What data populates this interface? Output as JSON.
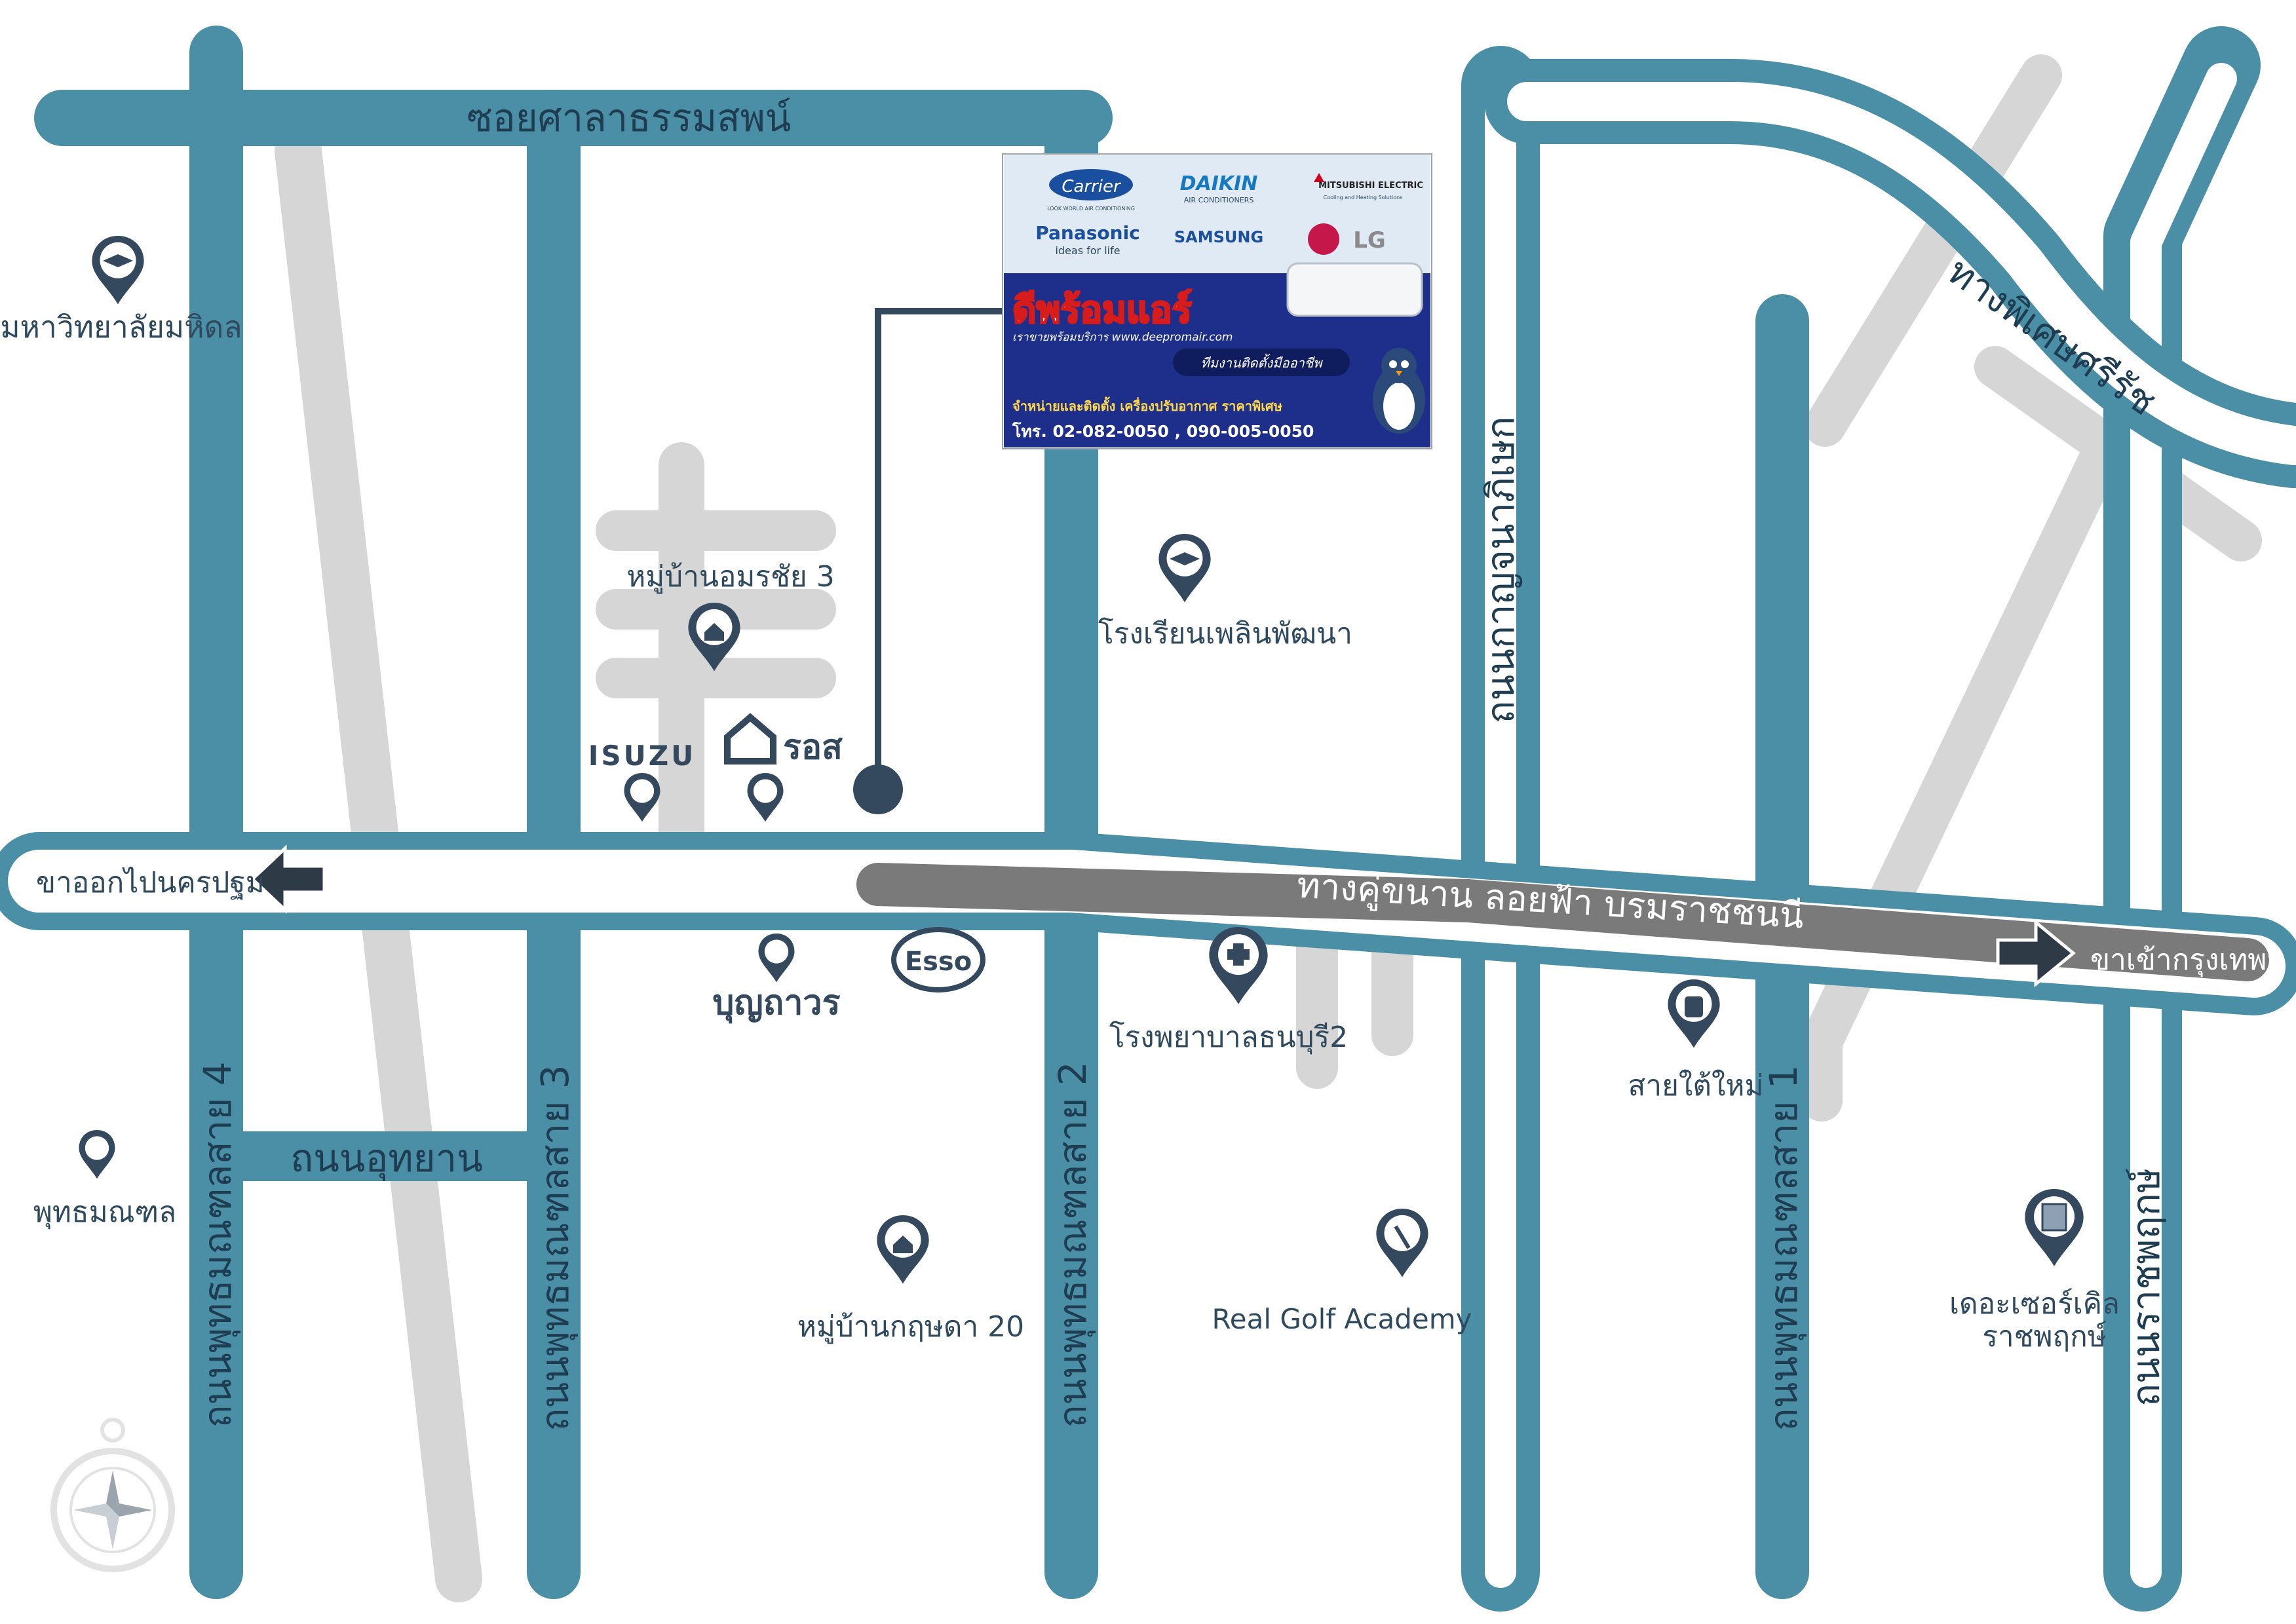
{
  "colors": {
    "road": "#4a8fa6",
    "road_inner": "#ffffff",
    "minor_road": "#d6d6d6",
    "pin": "#34495e",
    "highway": "#7a7a7a",
    "label": "#2f4a5e"
  },
  "roads": {
    "top": "ซอยศาลาธรรมสพน์",
    "utthayan": "ถนนอุทยาน",
    "phuttha4": "ถนนพุทธมณฑลสาย 4",
    "phuttha3": "ถนนพุทธมณฑลสาย 3",
    "phuttha2": "ถนนพุทธมณฑลสาย 2",
    "phuttha1": "ถนนพุทธมณฑลสาย 1",
    "kanchana": "ถนนกาญจนาภิเษก",
    "ratchaphruek": "ถนนราชพฤกษ์",
    "sirirat": "ทางพิเศษศรีรัช",
    "highway": "ทางคู่ขนาน ลอยฟ้า บรมราชชนนี",
    "exit_left": "ขาออกไปนครปฐม",
    "exit_right": "ขาเข้ากรุงเทพฯ"
  },
  "places": {
    "mahidol": "มหาวิทยาลัยมหิดล",
    "amornchai": "หมู่บ้านอมรชัย 3",
    "school": "โรงเรียนเพลินพัฒนา",
    "isuzu": "ISUZU",
    "ross": "รอส",
    "boonthavorn": "บุญถาวร",
    "esso": "Esso",
    "hospital": "โรงพยาบาลธนบุรี2",
    "saitai": "สายใต้ใหม่",
    "phutthamonthon": "พุทธมณฑล",
    "kritsada": "หมู่บ้านกฤษดา 20",
    "golf": "Real Golf Academy",
    "circle1": "เดอะเซอร์เคิล",
    "circle2": "ราชพฤกษ์"
  },
  "billboard": {
    "brands": [
      "Carrier",
      "DAIKIN",
      "MITSUBISHI ELECTRIC",
      "Panasonic",
      "SAMSUNG",
      "LG"
    ],
    "carrier_sub": "LOOK WORLD AIR CONDITIONING",
    "daikin_sub": "AIR CONDITIONERS",
    "panasonic_sub": "ideas for life",
    "mitsubishi_sub": "Cooling and Heating Solutions",
    "title": "ดีพร้อมแอร์",
    "subtitle": "เราขายพร้อมบริการ www.deepromair.com",
    "team": "ทีมงานติดตั้งมืออาชีพ",
    "service": "จำหน่ายและติดตั้ง เครื่องปรับอากาศ ราคาพิเศษ",
    "phone": "โทร. 02-082-0050 , 090-005-0050"
  }
}
